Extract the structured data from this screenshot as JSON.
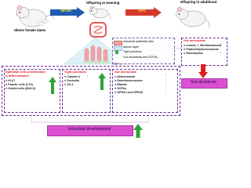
{
  "top": {
    "dams": "Obese female dams",
    "offspring_weaning": "Offspring at weaning",
    "offspring_adult": "Offspring in adulthood",
    "mfgm": "MFGM",
    "hfd": "HFD"
  },
  "legend": [
    {
      "label": "Intestinal epithelial cells"
    },
    {
      "label": "Mucus layer"
    },
    {
      "label": "Tight junctions"
    },
    {
      "label": "Gut microbiota and SCFAs"
    }
  ],
  "right_box": {
    "title": "Gut microbiota",
    "items": [
      "norank_f_Muribaculaceae",
      "Peptostreptococcaceae",
      "Romboutsia"
    ],
    "markers": [
      "↓",
      "↑",
      "↑"
    ]
  },
  "gut_dysbiosis": "Gut dysbiosis",
  "box_epithelial": {
    "title_lines": [
      "Epithelial cells proliferation",
      "& differentiation"
    ],
    "items": [
      "Ki-67",
      "Paneth cells (LYZ)",
      "Goblet cells (MUC2)"
    ]
  },
  "box_tight": {
    "title": "Tight junctions",
    "items": [
      "Claudin-2",
      "Occludin",
      "ZO-1"
    ],
    "markers": [
      "↓",
      "",
      ""
    ]
  },
  "box_microbiota": {
    "title": "Gut microbiota",
    "items": [
      "Akkermansia",
      "Ruminococcaceae",
      "Blautia",
      "SCFAs",
      "GPR41 and GPR43"
    ],
    "markers": [
      "↑",
      "↑",
      "↑",
      "↑",
      "↑"
    ]
  },
  "intestinal_development": "Intestinal development",
  "colors": {
    "mfgm": "#1e5bb0",
    "hfd": "#d43a2c",
    "yellow_text": "#f5e12a",
    "green": "#2ea13a",
    "pink_bar": "#dc4fd2",
    "purple_border": "#6a2b9a",
    "red_arrow": "#e01d1d"
  }
}
